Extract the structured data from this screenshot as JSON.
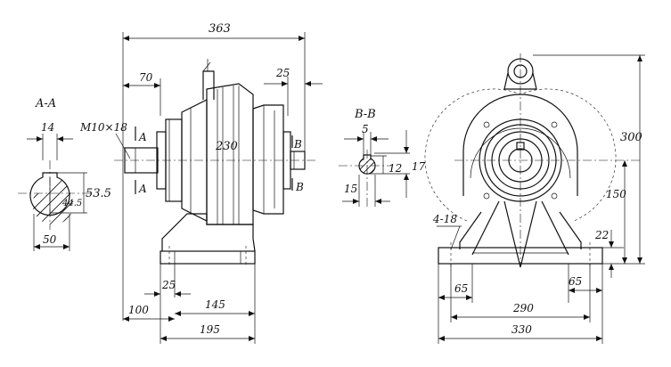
{
  "section_aa": {
    "title": "A-A",
    "dims": {
      "key_width": "14",
      "height": "53.5",
      "shaft_diameter": "44.5",
      "length": "50"
    }
  },
  "side_view": {
    "thread": "M10×18",
    "section_mark": "A",
    "section_mark_b": "B",
    "dims": {
      "overall_length": "363",
      "shaft_length": "70",
      "output_length": "25",
      "center_height": "230",
      "foot_offset": "25",
      "foot_start": "100",
      "foot_span": "145",
      "foot_length": "195"
    }
  },
  "section_bb": {
    "title": "B-B",
    "dims": {
      "key_width": "5",
      "height_inner": "12",
      "height_outer": "17",
      "diameter": "15"
    }
  },
  "front_view": {
    "dims": {
      "total_height": "300",
      "center_height": "150",
      "base_thickness": "22",
      "holes": "4-18",
      "foot_left": "65",
      "foot_right": "65",
      "hole_span": "290",
      "base_width": "330"
    }
  }
}
